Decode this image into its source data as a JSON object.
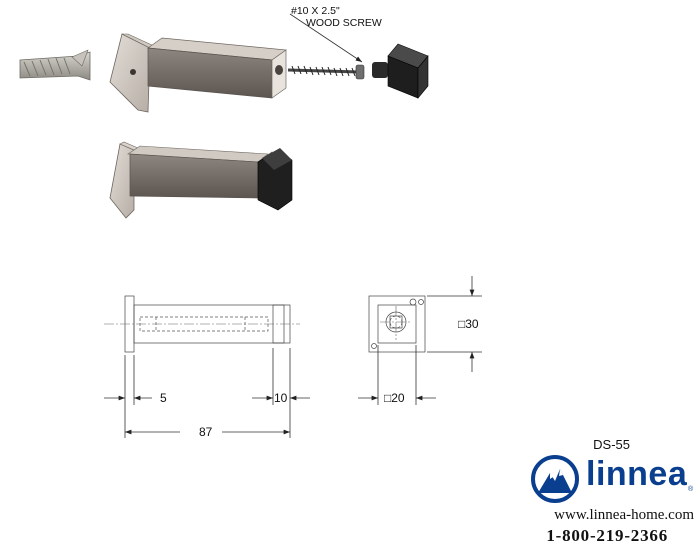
{
  "screw_callout": {
    "line1": "#10 X 2.5\"",
    "line2": "WOOD SCREW"
  },
  "dimensions": {
    "flange_thickness": "5",
    "cap_length": "10",
    "overall_length": "87",
    "body_square": "□20",
    "base_square": "□30"
  },
  "model_number": "DS-55",
  "brand": {
    "name": "linnea",
    "registered": "®",
    "color": "#0a3f8f"
  },
  "website": "www.linnea-home.com",
  "phone": "1-800-219-2366"
}
